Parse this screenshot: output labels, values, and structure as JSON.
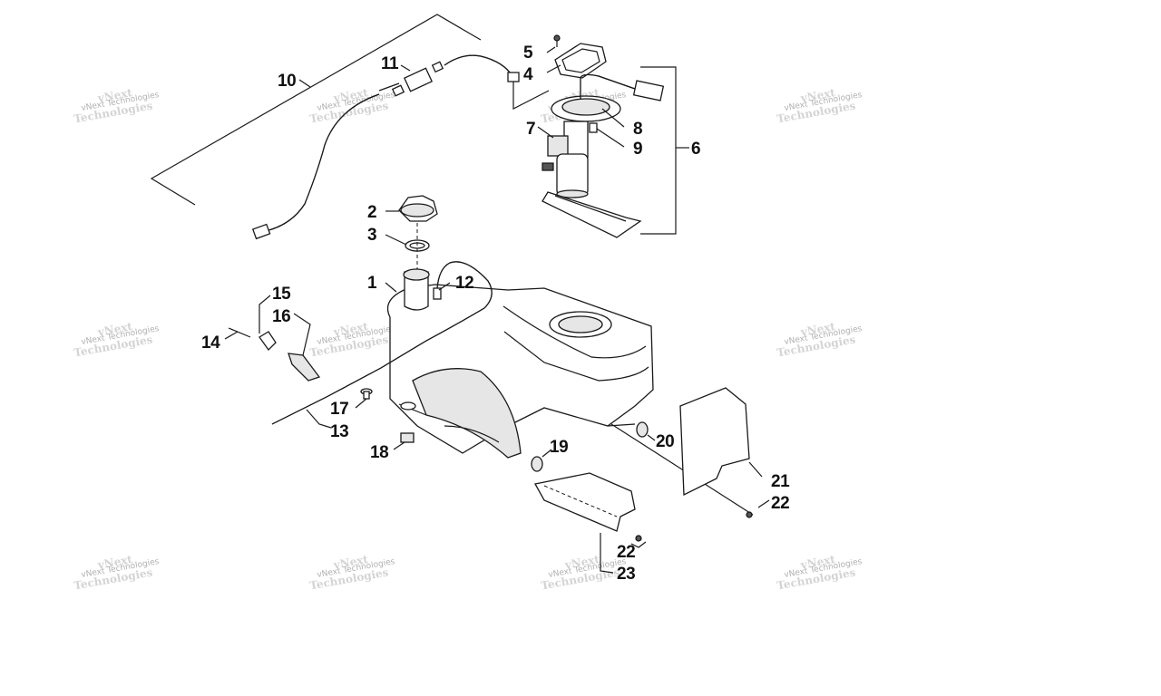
{
  "watermark": {
    "text": "vNext Technologies"
  },
  "callouts": [
    {
      "id": "c1",
      "label": "1"
    },
    {
      "id": "c2",
      "label": "2"
    },
    {
      "id": "c3",
      "label": "3"
    },
    {
      "id": "c4",
      "label": "4"
    },
    {
      "id": "c5",
      "label": "5"
    },
    {
      "id": "c6",
      "label": "6"
    },
    {
      "id": "c7",
      "label": "7"
    },
    {
      "id": "c8",
      "label": "8"
    },
    {
      "id": "c9",
      "label": "9"
    },
    {
      "id": "c10",
      "label": "10"
    },
    {
      "id": "c11",
      "label": "11"
    },
    {
      "id": "c12",
      "label": "12"
    },
    {
      "id": "c13",
      "label": "13"
    },
    {
      "id": "c14",
      "label": "14"
    },
    {
      "id": "c15",
      "label": "15"
    },
    {
      "id": "c16",
      "label": "16"
    },
    {
      "id": "c17",
      "label": "17"
    },
    {
      "id": "c18",
      "label": "18"
    },
    {
      "id": "c19",
      "label": "19"
    },
    {
      "id": "c20",
      "label": "20"
    },
    {
      "id": "c21",
      "label": "21"
    },
    {
      "id": "c22a",
      "label": "22"
    },
    {
      "id": "c22b",
      "label": "22"
    },
    {
      "id": "c23",
      "label": "23"
    }
  ]
}
